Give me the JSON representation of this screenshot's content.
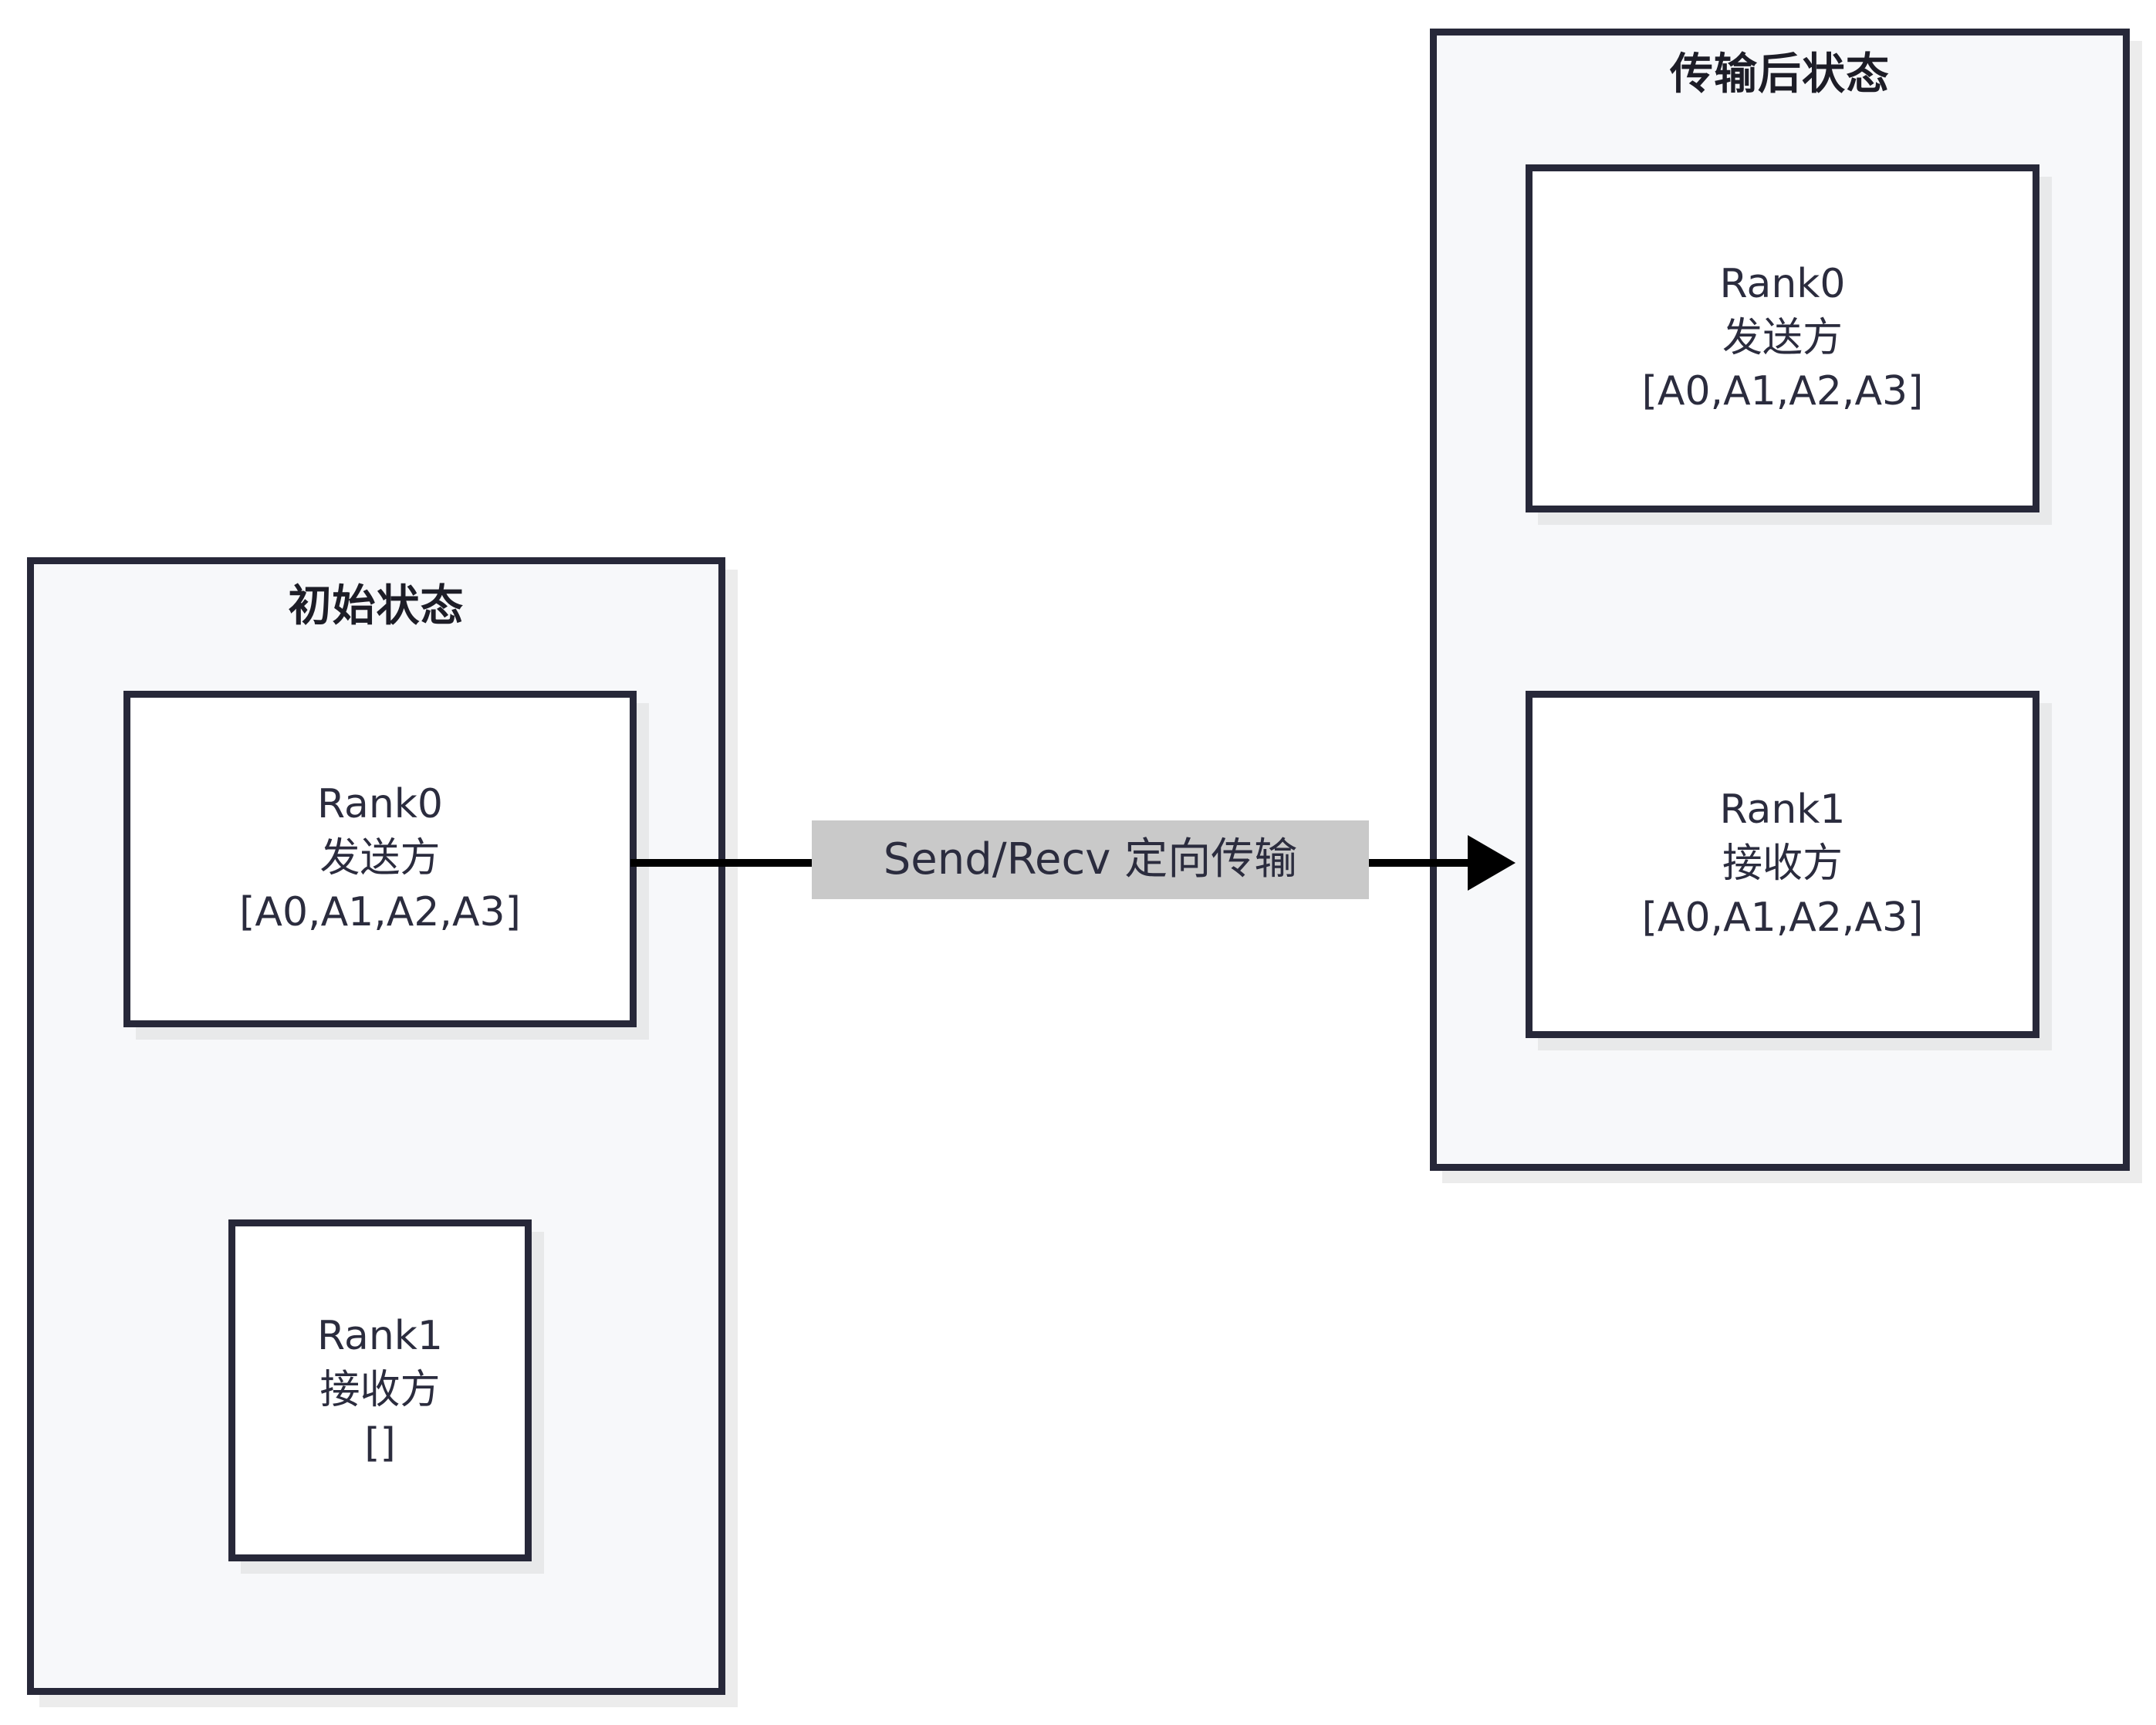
{
  "diagram": {
    "title": "Send/Recv 定向传输",
    "colors": {
      "border": "#272839",
      "panel_fill": "#f7f8fa",
      "node_fill": "#ffffff",
      "text": "#2b2c3e",
      "edge": "#000000",
      "edge_label_bg": "#c9c9c9",
      "shadow": "#ececec"
    }
  },
  "panels": [
    {
      "id": "initial-state",
      "title": "初始状态",
      "nodes": [
        {
          "id": "initial-rank0",
          "name": "Rank0",
          "role": "发送方",
          "buffer": "[A0,A1,A2,A3]"
        },
        {
          "id": "initial-rank1",
          "name": "Rank1",
          "role": "接收方",
          "buffer": "[]"
        }
      ]
    },
    {
      "id": "post-transfer-state",
      "title": "传输后状态",
      "nodes": [
        {
          "id": "post-rank0",
          "name": "Rank0",
          "role": "发送方",
          "buffer": "[A0,A1,A2,A3]"
        },
        {
          "id": "post-rank1",
          "name": "Rank1",
          "role": "接收方",
          "buffer": "[A0,A1,A2,A3]"
        }
      ]
    }
  ],
  "edge": {
    "label": "Send/Recv 定向传输",
    "from": "initial-rank0",
    "to": "post-rank1",
    "direction": "right"
  }
}
